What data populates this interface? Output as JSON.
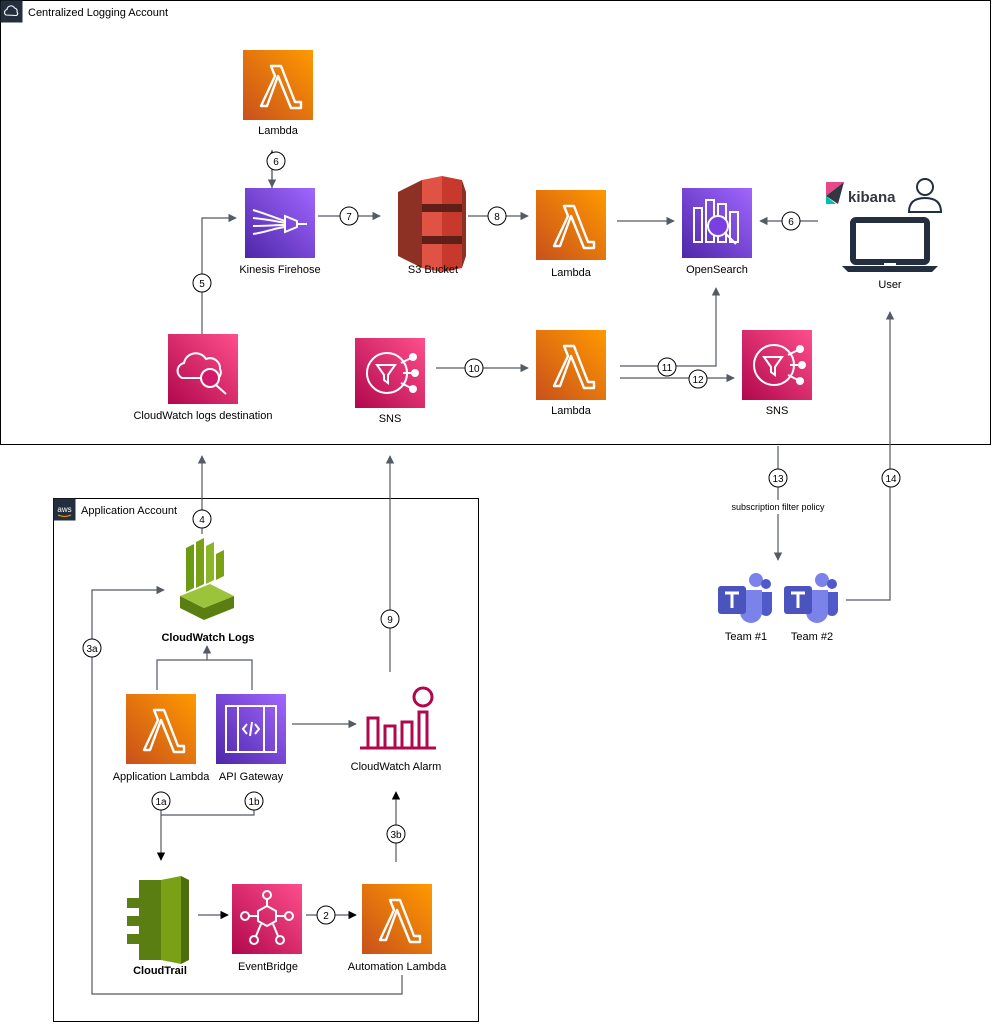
{
  "groups": {
    "central": "Centralized Logging Account",
    "application": "Application Account",
    "aws_badge": "aws"
  },
  "services": {
    "lambda_top": "Lambda",
    "firehose": "Kinesis Firehose",
    "s3": "S3 Bucket",
    "lambda_mid": "Lambda",
    "opensearch": "OpenSearch",
    "user": "User",
    "kibana": "kibana",
    "cw_destination": "CloudWatch logs destination",
    "sns_left": "SNS",
    "lambda_low": "Lambda",
    "sns_right": "SNS",
    "cw_logs": "CloudWatch Logs",
    "app_lambda": "Application Lambda",
    "api_gateway": "API Gateway",
    "cw_alarm": "CloudWatch Alarm",
    "cloudtrail": "CloudTrail",
    "eventbridge": "EventBridge",
    "automation_lambda": "Automation Lambda",
    "team1": "Team #1",
    "team2": "Team #2"
  },
  "annotations": {
    "subscription_filter": "subscription filter policy"
  },
  "steps": {
    "s1a": "1a",
    "s1b": "1b",
    "s2": "2",
    "s3a": "3a",
    "s3b": "3b",
    "s4": "4",
    "s5": "5",
    "s6a": "6",
    "s6b": "6",
    "s7": "7",
    "s8": "8",
    "s9": "9",
    "s10": "10",
    "s11": "11",
    "s12": "12",
    "s13": "13",
    "s14": "14"
  },
  "colors": {
    "compute": "#ED7100",
    "analytics": "#8C4FFF",
    "storage": "#DD344C",
    "management": "#E7157B",
    "logs_green": "#7AA116",
    "teams": "#5059C9",
    "line": "#545B64",
    "kibana": "#E8478B"
  }
}
